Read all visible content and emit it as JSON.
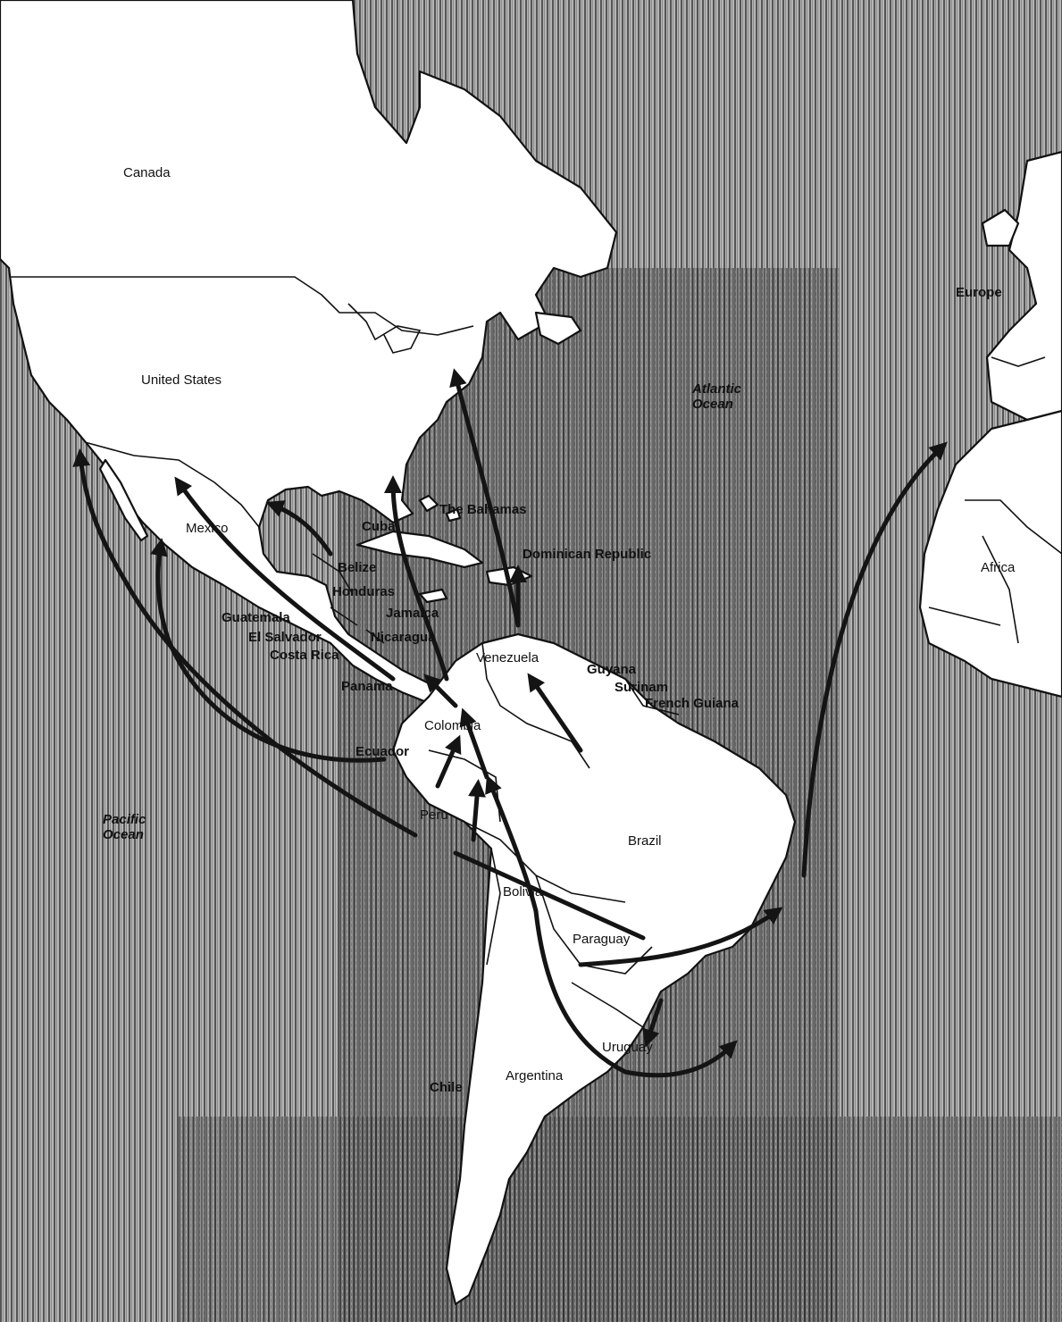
{
  "map": {
    "regions": {
      "canada": "Canada",
      "united_states": "United States",
      "europe": "Europe",
      "africa": "Africa"
    },
    "oceans": {
      "atlantic": "Atlantic Ocean",
      "pacific": "Pacific Ocean"
    },
    "countries": {
      "mexico": "Mexico",
      "cuba": "Cuba",
      "bahamas": "The Bahamas",
      "dominican_republic": "Dominican Republic",
      "belize": "Belize",
      "honduras": "Honduras",
      "jamaica": "Jamaica",
      "guatemala": "Guatemala",
      "el_salvador": "El Salvador",
      "nicaragua": "Nicaragua",
      "costa_rica": "Costa Rica",
      "panama": "Panama",
      "venezuela": "Venezuela",
      "guyana": "Guyana",
      "surinam": "Surinam",
      "french_guiana": "French Guiana",
      "colombia": "Colombia",
      "ecuador": "Ecuador",
      "peru": "Peru",
      "brazil": "Brazil",
      "bolivia": "Bolivia",
      "paraguay": "Paraguay",
      "uruguay": "Uruguay",
      "chile": "Chile",
      "argentina": "Argentina"
    },
    "colors": {
      "land": "#ffffff",
      "outline": "#111111",
      "sea_texture": "#5a5a5a",
      "route_arrow": "#141414"
    }
  }
}
